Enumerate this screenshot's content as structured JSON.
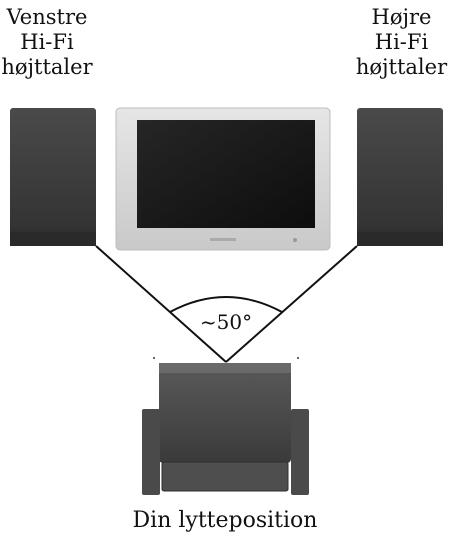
{
  "labels": {
    "left_speaker": [
      "Venstre",
      "Hi-Fi",
      "højttaler"
    ],
    "right_speaker": [
      "Højre",
      "Hi-Fi",
      "højttaler"
    ],
    "angle": "~50°",
    "listening_position": "Din lytteposition"
  },
  "icons": {
    "left_speaker": "speaker-icon",
    "right_speaker": "speaker-icon",
    "tv": "tv-icon",
    "chair": "armchair-icon"
  },
  "colors": {
    "speaker": "#3d3d3d",
    "speaker_dark": "#252525",
    "tv_frame": "#d8d8d8",
    "tv_screen": "#181818",
    "chair": "#4a4a4a",
    "line": "#111111"
  }
}
